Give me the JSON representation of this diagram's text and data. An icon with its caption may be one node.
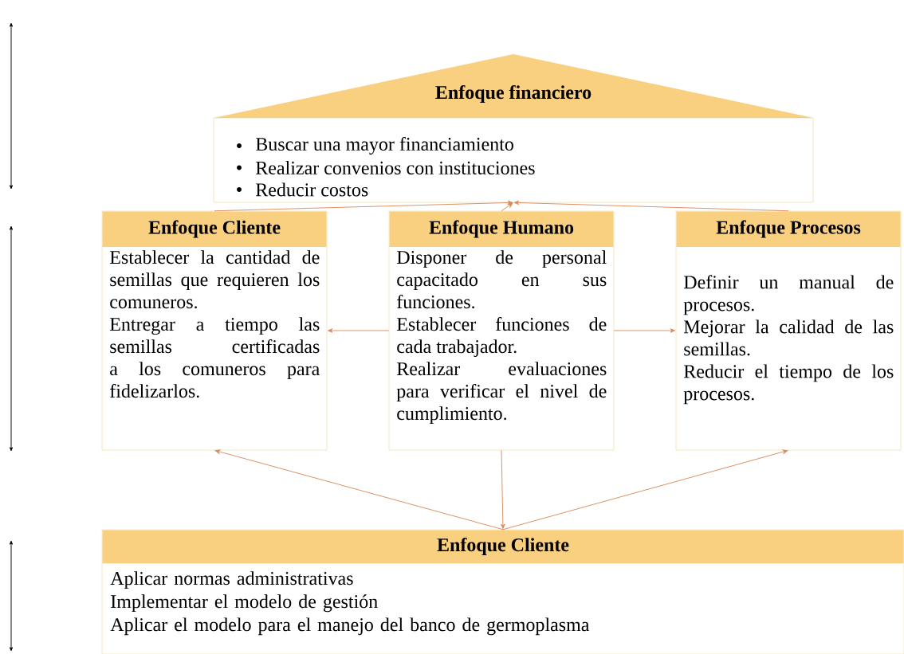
{
  "diagram": {
    "nodes": [
      {
        "text": [
          "Enfoque financiero",
          "Buscar una mayor financiamiento",
          "Realizar convenios con instituciones",
          "Reducir costos"
        ]
      },
      {
        "text": [
          "Enfoque Cliente",
          "Establecer la cantidad de semillas que requieren los comuneros.",
          "Entregar a tiempo las semillas certificadas a los comuneros para fidelizarlos."
        ]
      },
      {
        "text": [
          "Enfoque Humano",
          "Disponer de personal capacitado en sus funciones.",
          "Establecer funciones de cada trabajador.",
          "Realizar evaluaciones para verificar el nivel de cumplimiento."
        ]
      },
      {
        "text": [
          "Enfoque Procesos",
          "Definir un manual de procesos.",
          "Mejorar la calidad de las semillas.",
          "Reducir el tiempo de los procesos."
        ]
      },
      {
        "text": [
          "Enfoque Cliente",
          "Aplicar normas administrativas",
          "Implementar el modelo de gestión",
          "Aplicar el modelo para el manejo del banco de germoplasma"
        ]
      }
    ],
    "edges": [
      {
        "from": 1,
        "to": 0,
        "arrow": "to"
      },
      {
        "from": 2,
        "to": 0,
        "arrow": "to"
      },
      {
        "from": 3,
        "to": 0,
        "arrow": "to"
      },
      {
        "from": 2,
        "to": 1,
        "arrow": "to"
      },
      {
        "from": 2,
        "to": 3,
        "arrow": "to"
      },
      {
        "from": 4,
        "to": 1,
        "arrow": "to"
      },
      {
        "from": 2,
        "to": 4,
        "arrow": "to"
      },
      {
        "from": 4,
        "to": 3,
        "arrow": "to"
      }
    ]
  }
}
